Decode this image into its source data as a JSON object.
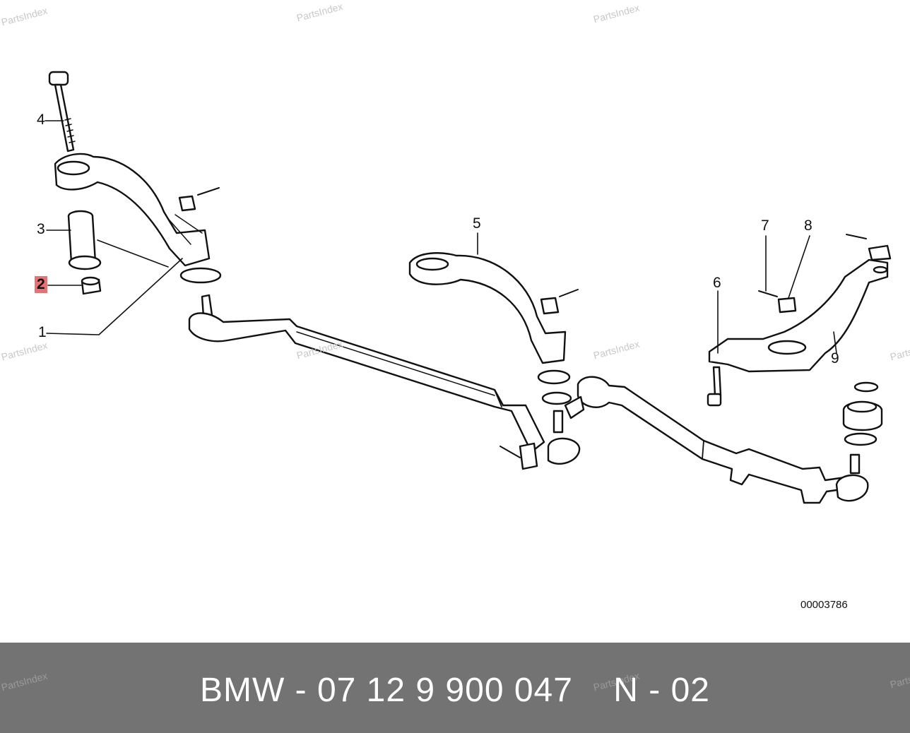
{
  "watermark": "PartsIndex",
  "callouts": {
    "c1": "1",
    "c2": "2",
    "c3": "3",
    "c4": "4",
    "c5": "5",
    "c6": "6",
    "c7": "7",
    "c8": "8",
    "c9": "9"
  },
  "highlight_color": "#e57373",
  "document_number": "00003786",
  "footer": {
    "title": "BMW - 07 12 9 900 047    N - 02",
    "background": "#737373"
  }
}
